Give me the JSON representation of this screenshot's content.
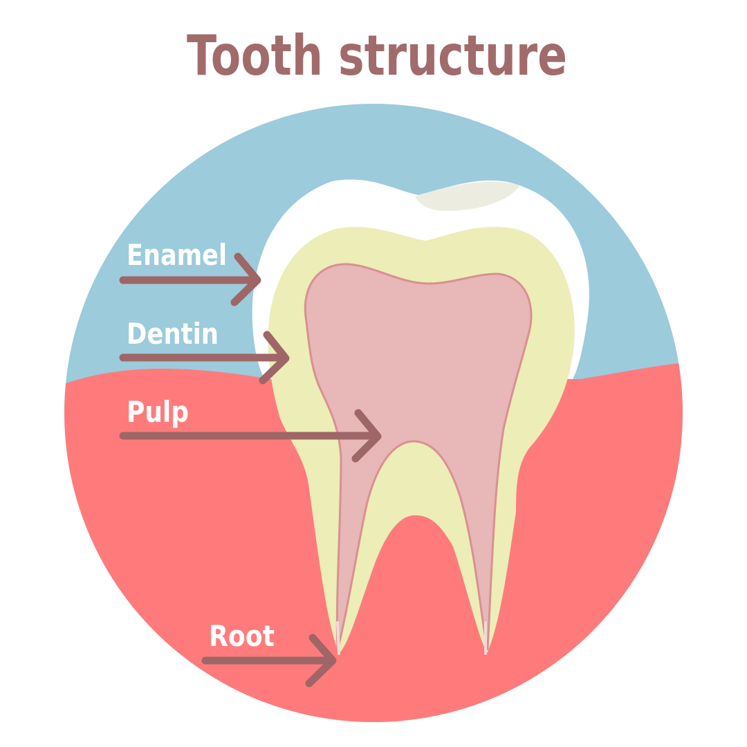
{
  "title": "Tooth structure",
  "labels": {
    "enamel": "Enamel",
    "dentin": "Dentin",
    "pulp": "Pulp",
    "root": "Root"
  },
  "colors": {
    "title": "#a26b6b",
    "arrow": "#9e6666",
    "background_top": "#9ccbdb",
    "gum": "#ff7b7b",
    "enamel": "#ffffff",
    "enamel_shade": "#ecece1",
    "dentin": "#ecedb7",
    "pulp": "#e8b7b7",
    "pulp_outline": "#d99090",
    "label_text": "#ffffff"
  }
}
